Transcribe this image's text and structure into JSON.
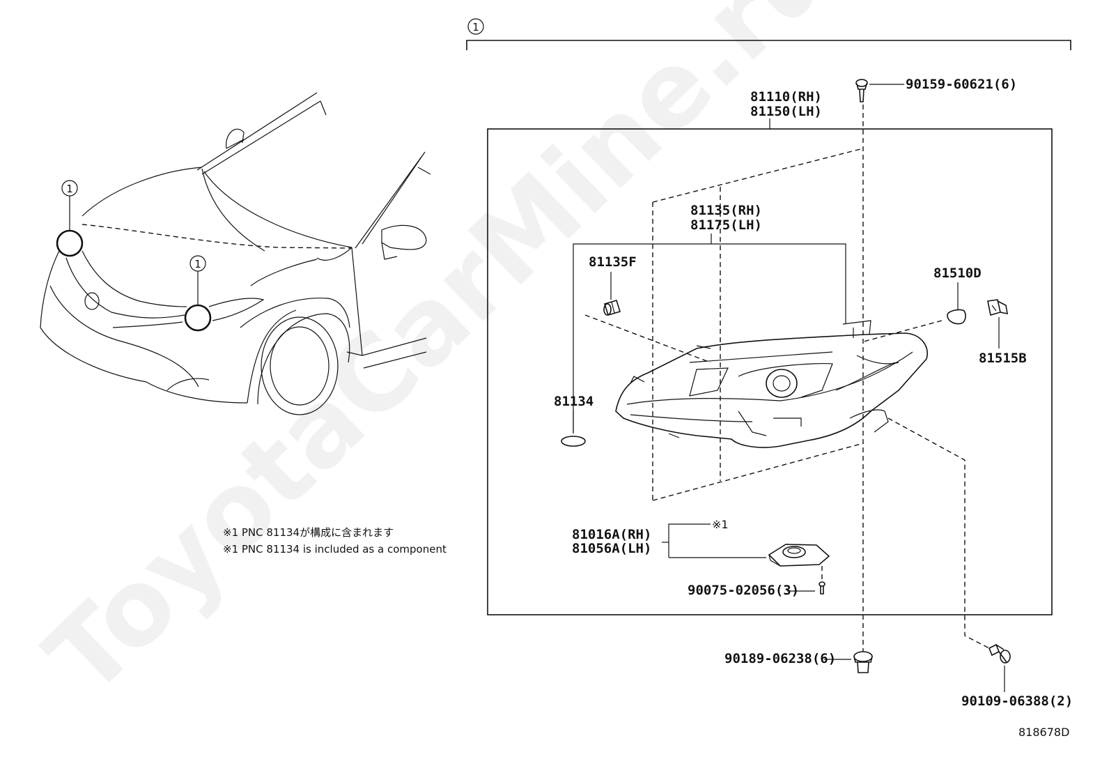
{
  "callout_number": "1",
  "parts": {
    "headlamp_assy_rh": "81110(RH)",
    "headlamp_assy_lh": "81150(LH)",
    "lamp_unit_rh": "81135(RH)",
    "lamp_unit_lh": "81175(LH)",
    "socket": "81135F",
    "gasket": "81134",
    "bulb": "81510D",
    "bulb_socket": "81515B",
    "computer_rh": "81016A(RH)",
    "computer_lh": "81056A(LH)",
    "screw_top": "90159-60621(6)",
    "screw_computer": "90075-02056(3)",
    "nut_bottom": "90189-06238(6)",
    "bolt_bottom": "90109-06388(2)"
  },
  "note_mark": "※1",
  "notes": [
    "※1 PNC 81134が構成に含まれます",
    "※1 PNC 81134 is included as a component"
  ],
  "illustration_id": "818678D",
  "watermark": "ToyotaCarMine.ru"
}
